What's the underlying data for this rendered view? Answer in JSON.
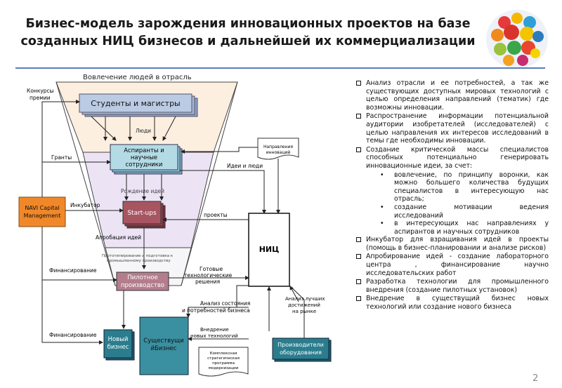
{
  "title": "Бизнес-модель зарождения инновационных проектов на базе созданных НИЦ бизнесов и дальнейшей их коммерциализации",
  "page_number": "2",
  "colors": {
    "rule": "#5b7fb5",
    "funnel_top": "#fcefe0",
    "funnel_mid": "#ece4f5",
    "funnel_low": "#f6f6f8",
    "navi": "#f0882a",
    "nic": "#ffffff",
    "startup": "#a85562",
    "teal_box": "#2b7d8e"
  },
  "diagram": {
    "funnel_title": "Вовлечение людей в отрасль",
    "students": "Студенты и магистры",
    "graduate": [
      "Аспиранты и",
      "научные",
      "сотрудники"
    ],
    "startups": "Start-ups",
    "pilot": [
      "Пилотное",
      "производство"
    ],
    "prototyping": [
      "Прототипирование и подготовка к",
      "промышленному производству"
    ],
    "navi": [
      "NAVI Capital",
      "Management"
    ],
    "nic": "НИЦ",
    "new_business": [
      "Новый",
      "бизнес"
    ],
    "existing_business": [
      "Существущи",
      "йБизнес"
    ],
    "producers": [
      "Производители",
      "оборудования"
    ],
    "directions": [
      "Направления",
      "инноваций"
    ],
    "program": [
      "Комплексная",
      "стратегическая",
      "программа",
      "модернизации"
    ],
    "labels": {
      "contests": [
        "Конкурсы",
        "премии"
      ],
      "grants": "Гранты",
      "incubator": "Инкубатор",
      "approbation": "Апробация идей",
      "financing1": "Финансирование",
      "financing2": "Финансирование",
      "people": "Люди",
      "ideas_people": "Идеи и люди",
      "birth_ideas": "Рождение идей",
      "projects": "проекты",
      "ready_solutions": [
        "Готовые",
        "технологические",
        "решения"
      ],
      "analysis": [
        "Анализ состояния",
        "и потребностей бизнеса"
      ],
      "best": [
        "Анализ лучших",
        "достижений",
        "на рынке"
      ],
      "implementation": [
        "Внедрение",
        "новых технологий"
      ]
    }
  },
  "bullets": [
    {
      "type": "main",
      "text": "Анализ отрасли и ее потребностей, а так же существующих доступных мировых технологий с целью определения направлений (тематик) где возможны инновации."
    },
    {
      "type": "main",
      "text": "Распространение информации потенциальной аудитории изобретателей (исследователей) с целью направления их интересов исследований в темы где необходимы инновации."
    },
    {
      "type": "main",
      "text": "Создание критической массы специалистов способных потенциально генерировать инновационные идеи, за счет:"
    },
    {
      "type": "sub",
      "text": "вовлечение, по принципу воронки, как можно большего количества будущих специалистов в интересующую нас отрасль;"
    },
    {
      "type": "sub",
      "text": "создание мотивации ведения исследований"
    },
    {
      "type": "sub",
      "text": "в интересующих нас направлениях у аспирантов и научных сотрудников"
    },
    {
      "type": "main",
      "text": "Инкубатор для взращивания идей в проекты (помощь в бизнес-планировании и анализе рисков)"
    },
    {
      "type": "main",
      "text": "Апробирование идей - создание лабораторного центра , финансирование научно исследовательских работ"
    },
    {
      "type": "main",
      "text": "Разработка технологии для промышленного внедрения (создание пилотных установок)"
    },
    {
      "type": "main",
      "text": "Внедрение в существущий бизнес новых технологий или создание нового бизнеса"
    }
  ]
}
